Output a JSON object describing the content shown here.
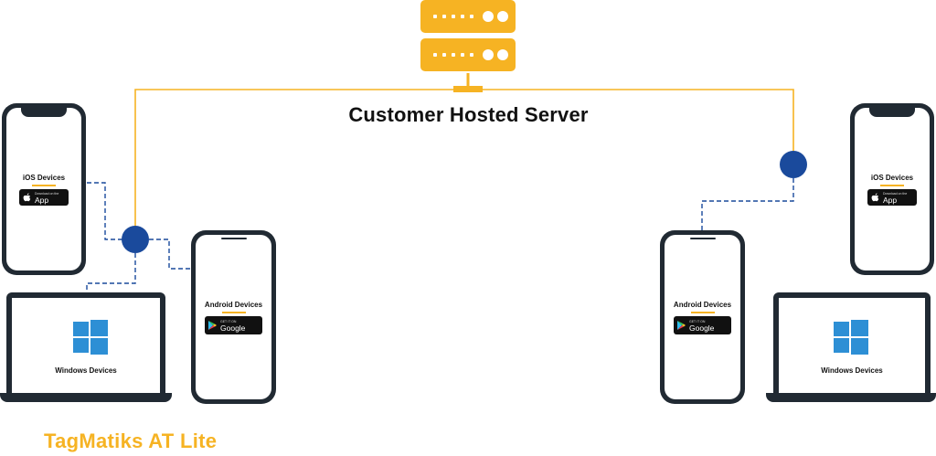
{
  "server": {
    "label": "Customer Hosted Server"
  },
  "left": {
    "ios": {
      "title": "iOS Devices",
      "badge_small": "Download on the",
      "badge_big": "App Store"
    },
    "android": {
      "title": "Android Devices",
      "badge_small": "GET IT ON",
      "badge_big": "Google Play"
    },
    "windows": {
      "title": "Windows Devices"
    }
  },
  "right": {
    "ios": {
      "title": "iOS Devices",
      "badge_small": "Download on the",
      "badge_big": "App Store"
    },
    "android": {
      "title": "Android Devices",
      "badge_small": "GET IT ON",
      "badge_big": "Google Play"
    },
    "windows": {
      "title": "Windows Devices"
    }
  },
  "brand": {
    "name": "TagMatiks AT Lite"
  },
  "colors": {
    "accent": "#f6b323",
    "connector": "#1a4a9c",
    "device": "#212a33",
    "windows": "#2d8fd5"
  }
}
